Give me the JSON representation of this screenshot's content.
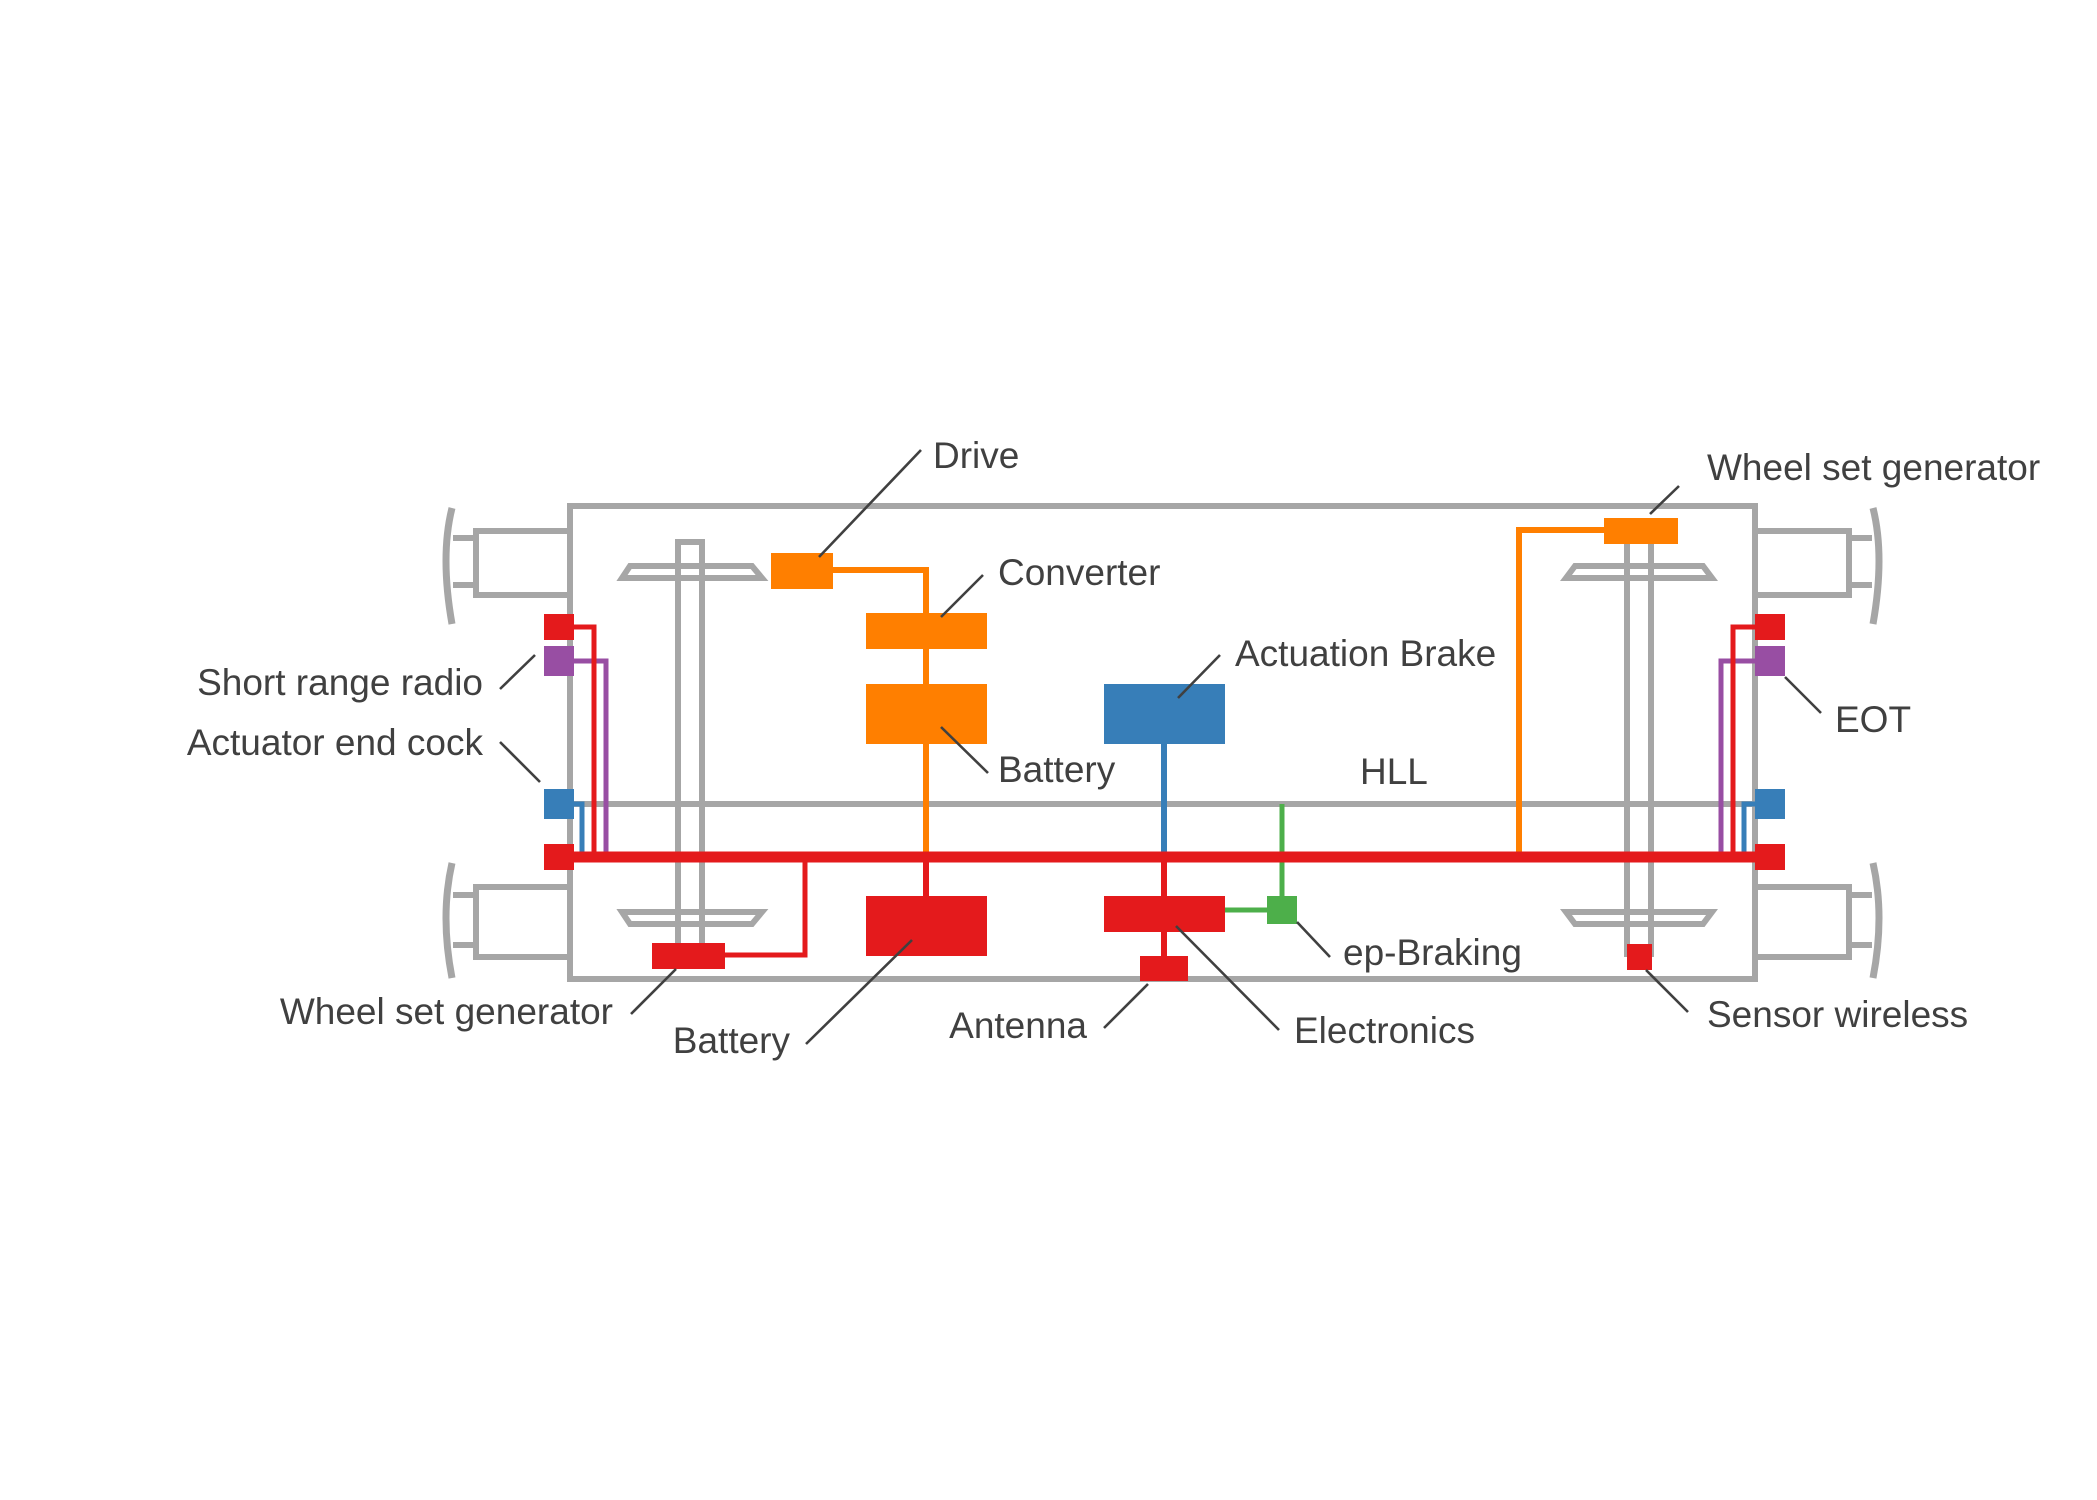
{
  "diagram": {
    "colors": {
      "frame": "#a6a6a6",
      "power": "#e41a1c",
      "actuation": "#ff7f00",
      "brake": "#377eb8",
      "radio": "#984ea3",
      "ep": "#4daf4a",
      "text": "#404040"
    },
    "labels": {
      "drive": "Drive",
      "converter": "Converter",
      "battery_orange": "Battery",
      "actuation_brake": "Actuation Brake",
      "hll": "HLL",
      "wheel_set_generator_right": "Wheel set generator",
      "short_range_radio": "Short range radio",
      "actuator_end_cock": "Actuator end cock",
      "eot": "EOT",
      "wheel_set_generator_left": "Wheel set generator",
      "battery_red": "Battery",
      "antenna": "Antenna",
      "electronics": "Electronics",
      "ep_braking": "ep-Braking",
      "sensor_wireless": "Sensor wireless"
    }
  }
}
